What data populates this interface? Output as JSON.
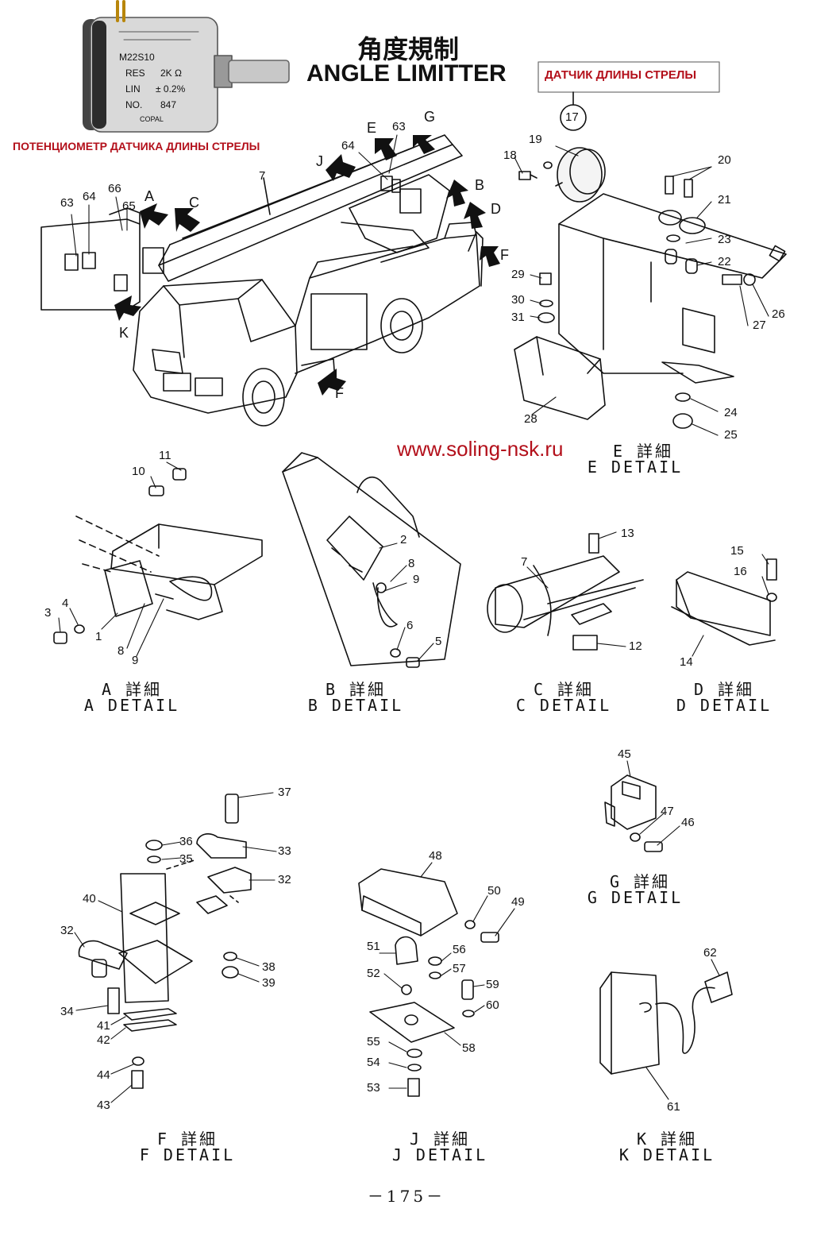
{
  "header": {
    "title_jp": "角度規制",
    "title_en": "ANGLE LIMITTER",
    "boxed_label_ru": "ДАТЧИК ДЛИНЫ СТРЕЛЫ",
    "potentiometer_caption_ru": "ПОТЕНЦИОМЕТР ДАТЧИКА ДЛИНЫ СТРЕЛЫ",
    "website": "www.soling-nsk.ru"
  },
  "potentiometer_label": {
    "model": "M22S10",
    "res_label": "RES",
    "res_value": "2K Ω",
    "lin_label": "LIN",
    "lin_value": "± 0.2%",
    "no_label": "NO.",
    "no_value": "847",
    "maker": "COPAL"
  },
  "details": {
    "A": {
      "jp": "A 詳細",
      "en": "A DETAIL"
    },
    "B": {
      "jp": "B 詳細",
      "en": "B DETAIL"
    },
    "C": {
      "jp": "C 詳細",
      "en": "C DETAIL"
    },
    "D": {
      "jp": "D 詳細",
      "en": "D DETAIL"
    },
    "E": {
      "jp": "E 詳細",
      "en": "E DETAIL"
    },
    "F": {
      "jp": "F 詳細",
      "en": "F DETAIL"
    },
    "G": {
      "jp": "G 詳細",
      "en": "G DETAIL"
    },
    "J": {
      "jp": "J 詳細",
      "en": "J DETAIL"
    },
    "K": {
      "jp": "K 詳細",
      "en": "K DETAIL"
    }
  },
  "view_letters": [
    "A",
    "B",
    "C",
    "D",
    "E",
    "F",
    "G",
    "J",
    "K"
  ],
  "part_numbers": [
    "1",
    "2",
    "3",
    "4",
    "5",
    "6",
    "7",
    "8",
    "9",
    "10",
    "11",
    "12",
    "13",
    "14",
    "15",
    "16",
    "17",
    "18",
    "19",
    "20",
    "21",
    "22",
    "23",
    "24",
    "25",
    "26",
    "27",
    "28",
    "29",
    "30",
    "31",
    "32",
    "33",
    "34",
    "35",
    "36",
    "37",
    "38",
    "39",
    "40",
    "41",
    "42",
    "43",
    "44",
    "45",
    "46",
    "47",
    "48",
    "49",
    "50",
    "51",
    "52",
    "53",
    "54",
    "55",
    "56",
    "57",
    "58",
    "59",
    "60",
    "61",
    "62",
    "63",
    "64",
    "65",
    "66"
  ],
  "page_number": "－175－",
  "colors": {
    "accent_red": "#b3101b",
    "line": "#111111"
  }
}
